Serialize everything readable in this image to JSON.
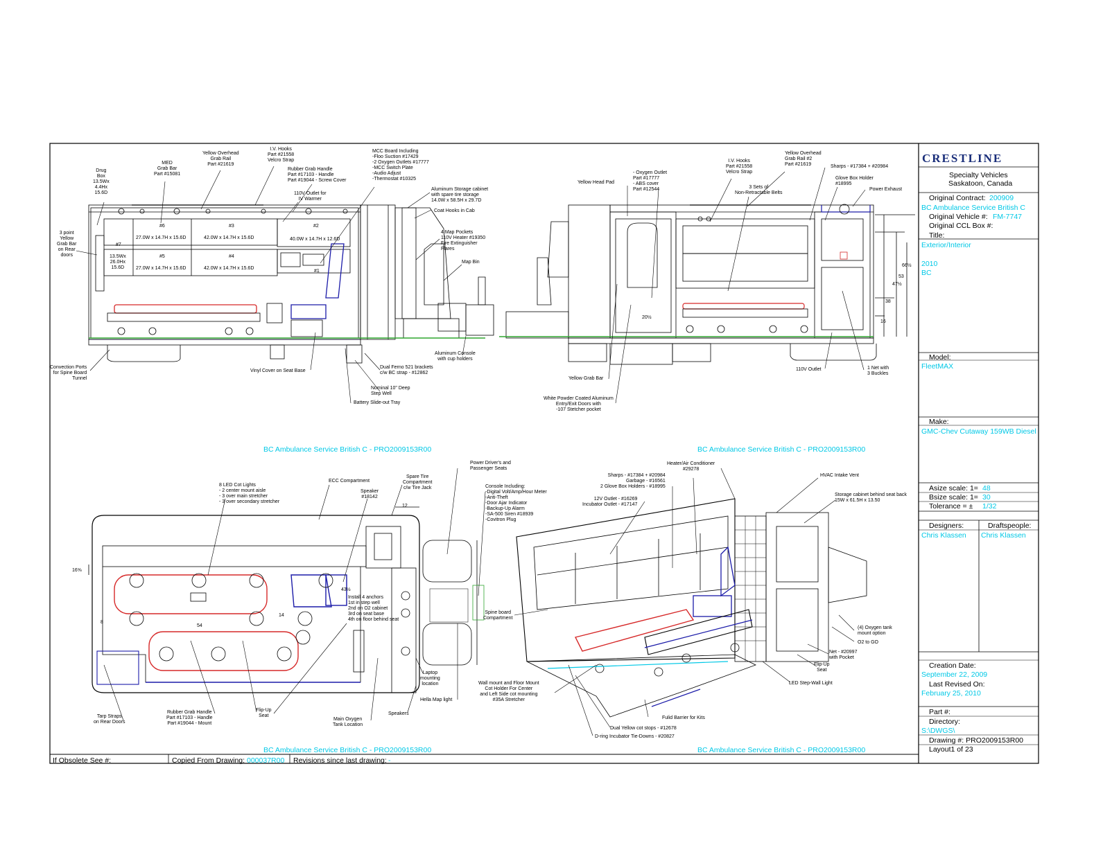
{
  "title_block": {
    "logo": "CRESTLINE",
    "company_line1": "Specialty Vehicles",
    "company_line2": "Saskatoon, Canada",
    "original_contract_label": "Original Contract:",
    "original_contract_value": "200909",
    "customer_line": "BC Ambulance Service British C",
    "original_vehicle_label": "Original Vehicle #:",
    "original_vehicle_value": "FM-7747",
    "original_ccl_label": "Original CCL Box #:",
    "title_label": "Title:",
    "title_line1": "Exterior/Interior",
    "title_line2": "2010",
    "title_line3": "BC",
    "model_label": "Model:",
    "model_value": "FleetMAX",
    "make_label": "Make:",
    "make_value": "GMC-Chev Cutaway 159WB Diesel",
    "asize_label": "Asize scale:  1=",
    "asize_value": "48",
    "bsize_label": "Bsize scale:  1=",
    "bsize_value": "30",
    "tolerance_label": "Tolerance = ±",
    "tolerance_value": "1/32",
    "designers_label": "Designers:",
    "designers_value": "Chris Klassen",
    "draftspeople_label": "Draftspeople:",
    "draftspeople_value": "Chris Klassen",
    "creation_date_label": "Creation Date:",
    "creation_date_value": "September 22, 2009",
    "last_revised_label": "Last Revised On:",
    "last_revised_value": "February 25, 2010",
    "part_label": "Part #:",
    "directory_label": "Directory:",
    "directory_value": "S:\\DWGS\\",
    "drawing_label": "Drawing #: PRO2009153R00",
    "layout_label": "Layout1 of 23"
  },
  "footer": {
    "obsolete_label": "If Obsolete See #:",
    "copied_label": "Copied From Drawing:",
    "copied_value": "000037R00",
    "revisions_label": "Revisions since last drawing:",
    "revisions_value": "-"
  },
  "view_captions": {
    "left_top": "BC Ambulance Service British C - PRO2009153R00",
    "right_top": "BC Ambulance Service British C - PRO2009153R00",
    "left_bottom": "BC Ambulance Service British C - PRO2009153R00",
    "right_bottom": "BC Ambulance Service British C - PRO2009153R00"
  },
  "callouts": {
    "drug_box": "Drug\nBox\n13.5Wx\n4.4Hx\n15.6D",
    "med_grab_bar": "MED\nGrab Bar\nPart #15081",
    "yellow_overhead_left": "Yellow Overhead\nGrab Rail\nPart #21619",
    "iv_hooks_left": "I.V. Hooks\nPart #21558\nVelcro Strap",
    "rubber_grab_handle_top": "Rubber Grab Handle\nPart #17103 - Handle\nPart #19044 - Screw Cover",
    "mcc_board": "MCC Board Including\n-Floo Suction #17429\n-2 Oxygen Outlets #17777\n-MCC Switch Plate\n-Audio Adjust\n-Thermostat #10325",
    "outlet_110v_iv": "110V Outlet for\nIV Warmer",
    "aluminum_storage": "Aluminum Storage cabinet\nwith spare tire storage\n14.0W x 58.5H x 29.7D",
    "coat_hooks": "Coat Hooks in Cab",
    "map_pockets": "4 Map Pockets\n110V Heater #19350\nFire Extinguisher\nFlares",
    "map_bin": "Map Bin",
    "three_point_grab": "3 point\nYellow\nGrab Bar\non Rear\ndoors",
    "convection_ports": "Convection Ports\nfor Spine Board\nTunnel",
    "vinyl_cover": "Vinyl Cover on Seat Base",
    "dual_ferno": "Dual Ferno 521 brackets\nc/w BC strap - #12862",
    "nominal_step": "Nominal 10\" Deep\nStep Well",
    "battery_tray": "Battery Slide-out Tray",
    "aluminum_console": "Aluminum Console\nwith cup holders",
    "yellow_head_pad": "Yellow Head Pad",
    "oxygen_outlet": "- Oxygen Outlet\nPart #17777\n- ABS cover\nPart #12544",
    "iv_hooks_right": "I.V. Hooks\nPart #21558\nVelcro Strap",
    "yellow_overhead_right": "Yellow Overhead\nGrab Rail #2\nPart #21619",
    "three_sets_belts": "3 Sets of\nNon-Retractable Belts",
    "sharps_top": "Sharps - #17384 + #20984",
    "glove_box_holder": "Glove Box Holder\n#18995",
    "power_exhaust": "Power Exhaust",
    "yellow_grab_bar": "Yellow Grab Bar",
    "white_powder_doors": "White Powder Coated Aluminum\nEntry/Exit Doors with\n-107 Stetcher pocket",
    "outlet_110v": "110V Outlet",
    "one_net": "1 Net with\n3 Buckles",
    "led_cot_lights": "8 LED Cot Lights\n- 2 center mount aisle\n- 3 over main stretcher\n- 3 over secondary stretcher",
    "ecc_compartment": "ECC Compartment",
    "speaker_top": "Speaker\n#18142",
    "spare_tire": "Spare Tire\nCompartment\nc/w Tire Jack",
    "power_drivers": "Power Driver's and\nPassenger Seats",
    "console_including": "Console Including:\n-Digital Volt/Amp/Hour Meter\n-Anti-Theft\n-Door Ajar Indicator\n-Backup-Up Alarm\n-SA-500 Siren #18939\n-Covitron Plug",
    "install_anchors": "Install 4 anchors\n1st in step well\n2nd on O2 cabinet\n3rd on seat base\n4th on floor behind seat",
    "tarp_straps": "Tarp Straps\non Rear Doors",
    "rubber_grab_bottom": "Rubber Grab Handle\nPart #17103 - Handle\nPart #19044 - Mount",
    "flip_up_seat_left": "Flip-Up\nSeat",
    "main_oxygen": "Main Oxygen\nTank Location",
    "speakers": "Speakers",
    "laptop_mounting": "Laptop\nmounting\nlocation",
    "hella_map": "Hella Map light",
    "heater_ac": "Heater/Air Conditioner\n#29278",
    "sharps_bottom": "Sharps - #17384 + #20984\nGarbage - #16561\n2 Glove Box Holders - #18995",
    "outlet_12v": "12V Outlet - #16269\nIncubator Outlet - #17147",
    "hvac_intake": "HVAC Intake Vent",
    "storage_cabinet": "Storage cabinet behind seat back\n15W x 61.5H x 13.50",
    "spine_board": "Spine board\nCompartment",
    "oxygen_tank_mount": "(4) Oxygen tank\nmount option",
    "o2_to_go": "O2 to GO",
    "net_pocket": "Net - #20997\nwith Pocket",
    "flip_up_seat_right": "Flip-Up\nSeat",
    "led_step_wall": "LED Step-Wall Light",
    "wall_mount_cot": "Wall mount and Floor Mount\nCot Holder For Center\nand Left Side cot mounting\n#35A Stretcher",
    "fulid_barrier": "Fulid Barrier for Kits",
    "dual_yellow_cot": "Dual Yellow cot stops - #12678",
    "d_ring": "D-ring Incubator Tie-Downs - #20827"
  },
  "cabinet_labels": {
    "c6": "#6",
    "c3": "#3",
    "c2": "#2",
    "c7": "#7",
    "c5": "#5",
    "c4": "#4",
    "c1": "#1",
    "dim_6": "27.0W x 14.7H x 15.6D",
    "dim_3": "42.0W x 14.7H x 15.6D",
    "dim_2": "40.0W x 14.7H x 12.6D",
    "dim_7": "13.5Wx\n26.0Hx\n15.6D",
    "dim_5": "27.0W x 14.7H x 15.6D",
    "dim_4": "42.0W x 14.7H x 15.6D"
  },
  "dimensions": {
    "d66": "66½",
    "d53": "53",
    "d47": "47½",
    "d38": "38",
    "d16": "16",
    "d20": "20½",
    "d12": "12",
    "d16b": "16⅝",
    "d14": "14",
    "d8": "8",
    "d43": "43½",
    "d54": "54"
  }
}
